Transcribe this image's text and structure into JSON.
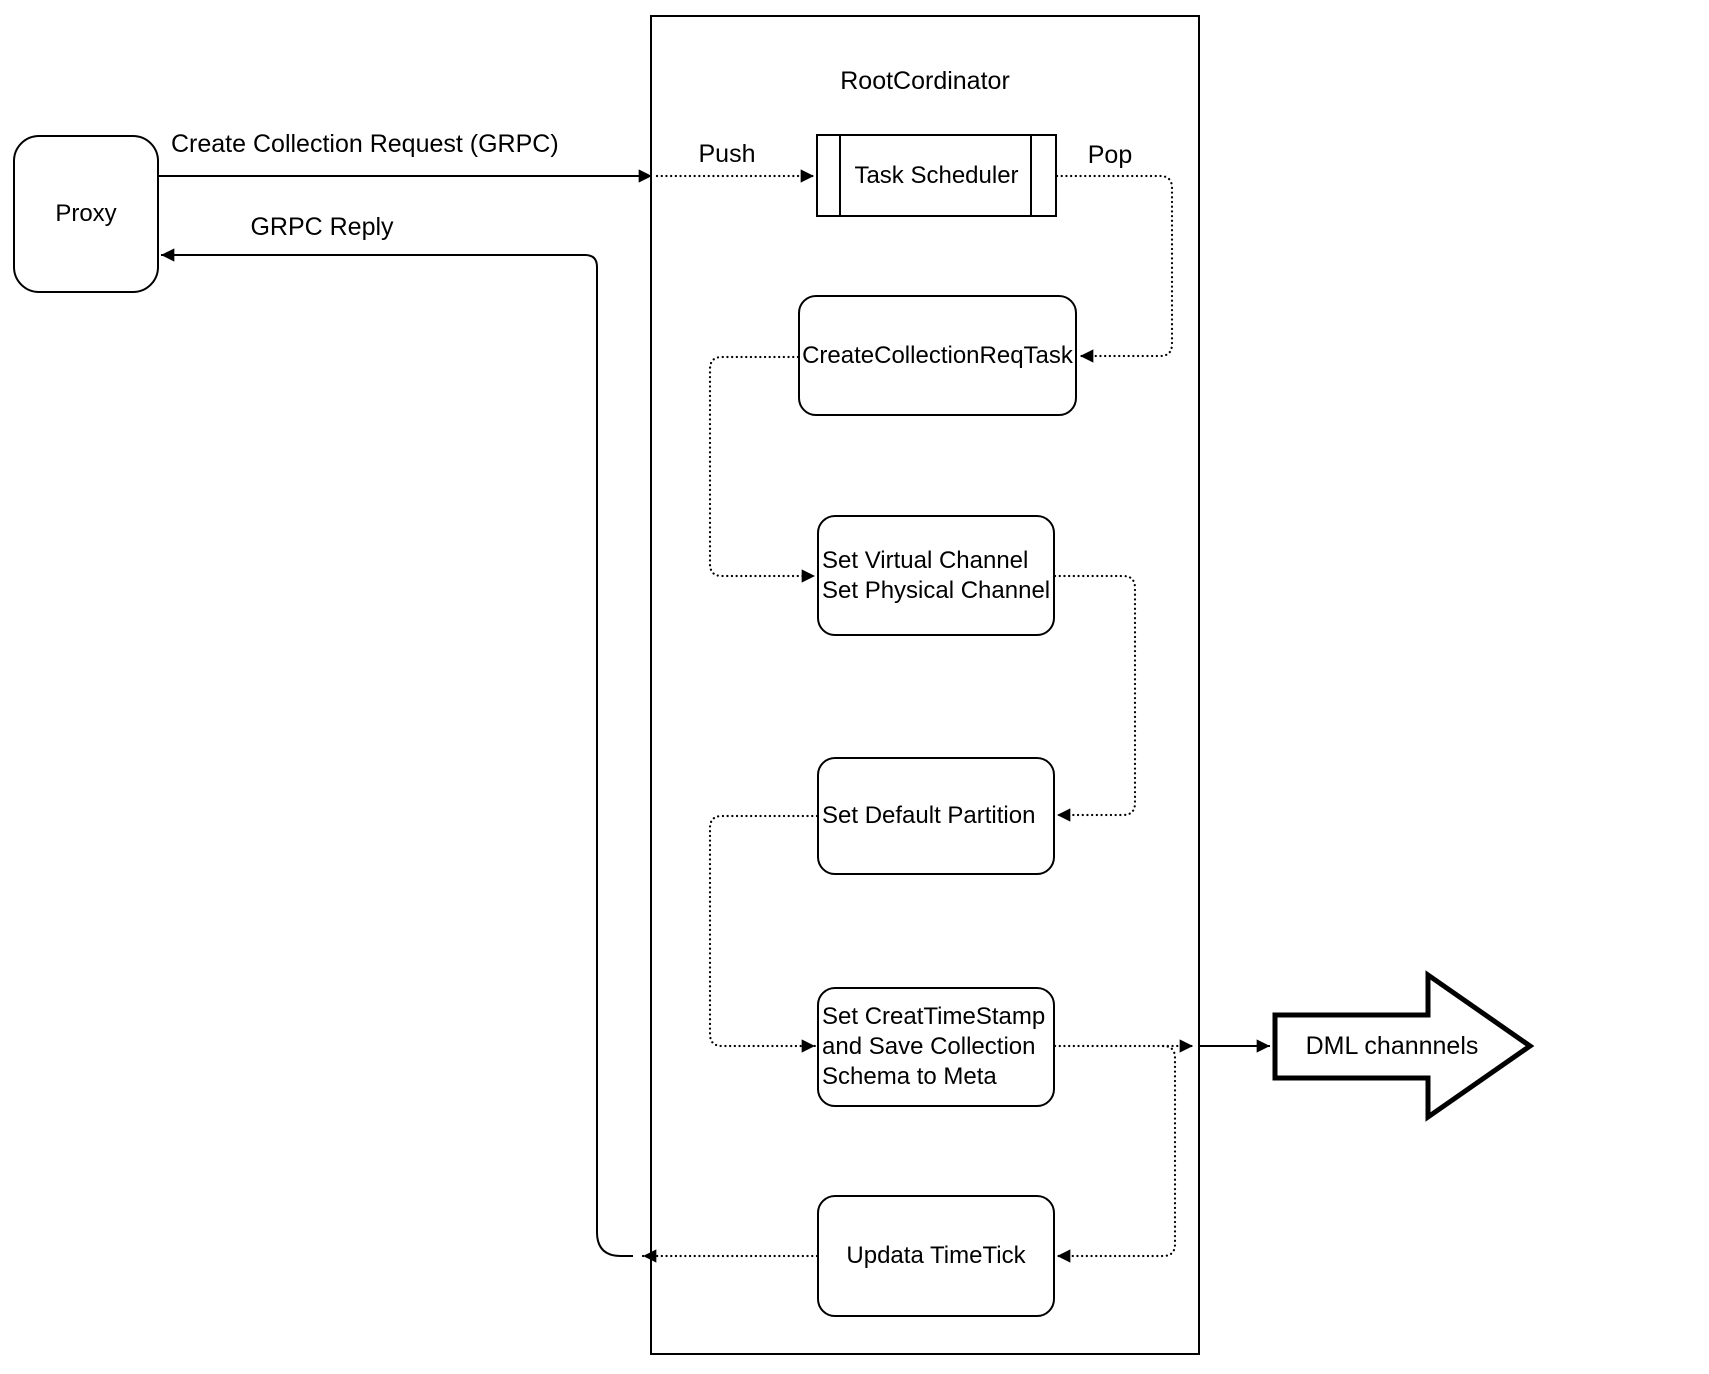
{
  "diagram": {
    "container_title": "RootCordinator",
    "nodes": {
      "proxy": "Proxy",
      "task_scheduler": "Task Scheduler",
      "create_collection_req_task": "CreateCollectionReqTask",
      "set_channels": "Set Virtual Channel\nSet Physical Channel",
      "set_default_partition": "Set Default Partition",
      "set_timestamp_save_schema": "Set CreatTimeStamp\nand Save Collection\nSchema to Meta",
      "updata_timetick": "Updata TimeTick",
      "dml_channels": "DML channnels"
    },
    "edge_labels": {
      "request": "Create Collection Request (GRPC)",
      "reply": "GRPC Reply",
      "push": "Push",
      "pop": "Pop"
    },
    "colors": {
      "stroke": "#000000",
      "fill": "#ffffff"
    }
  }
}
